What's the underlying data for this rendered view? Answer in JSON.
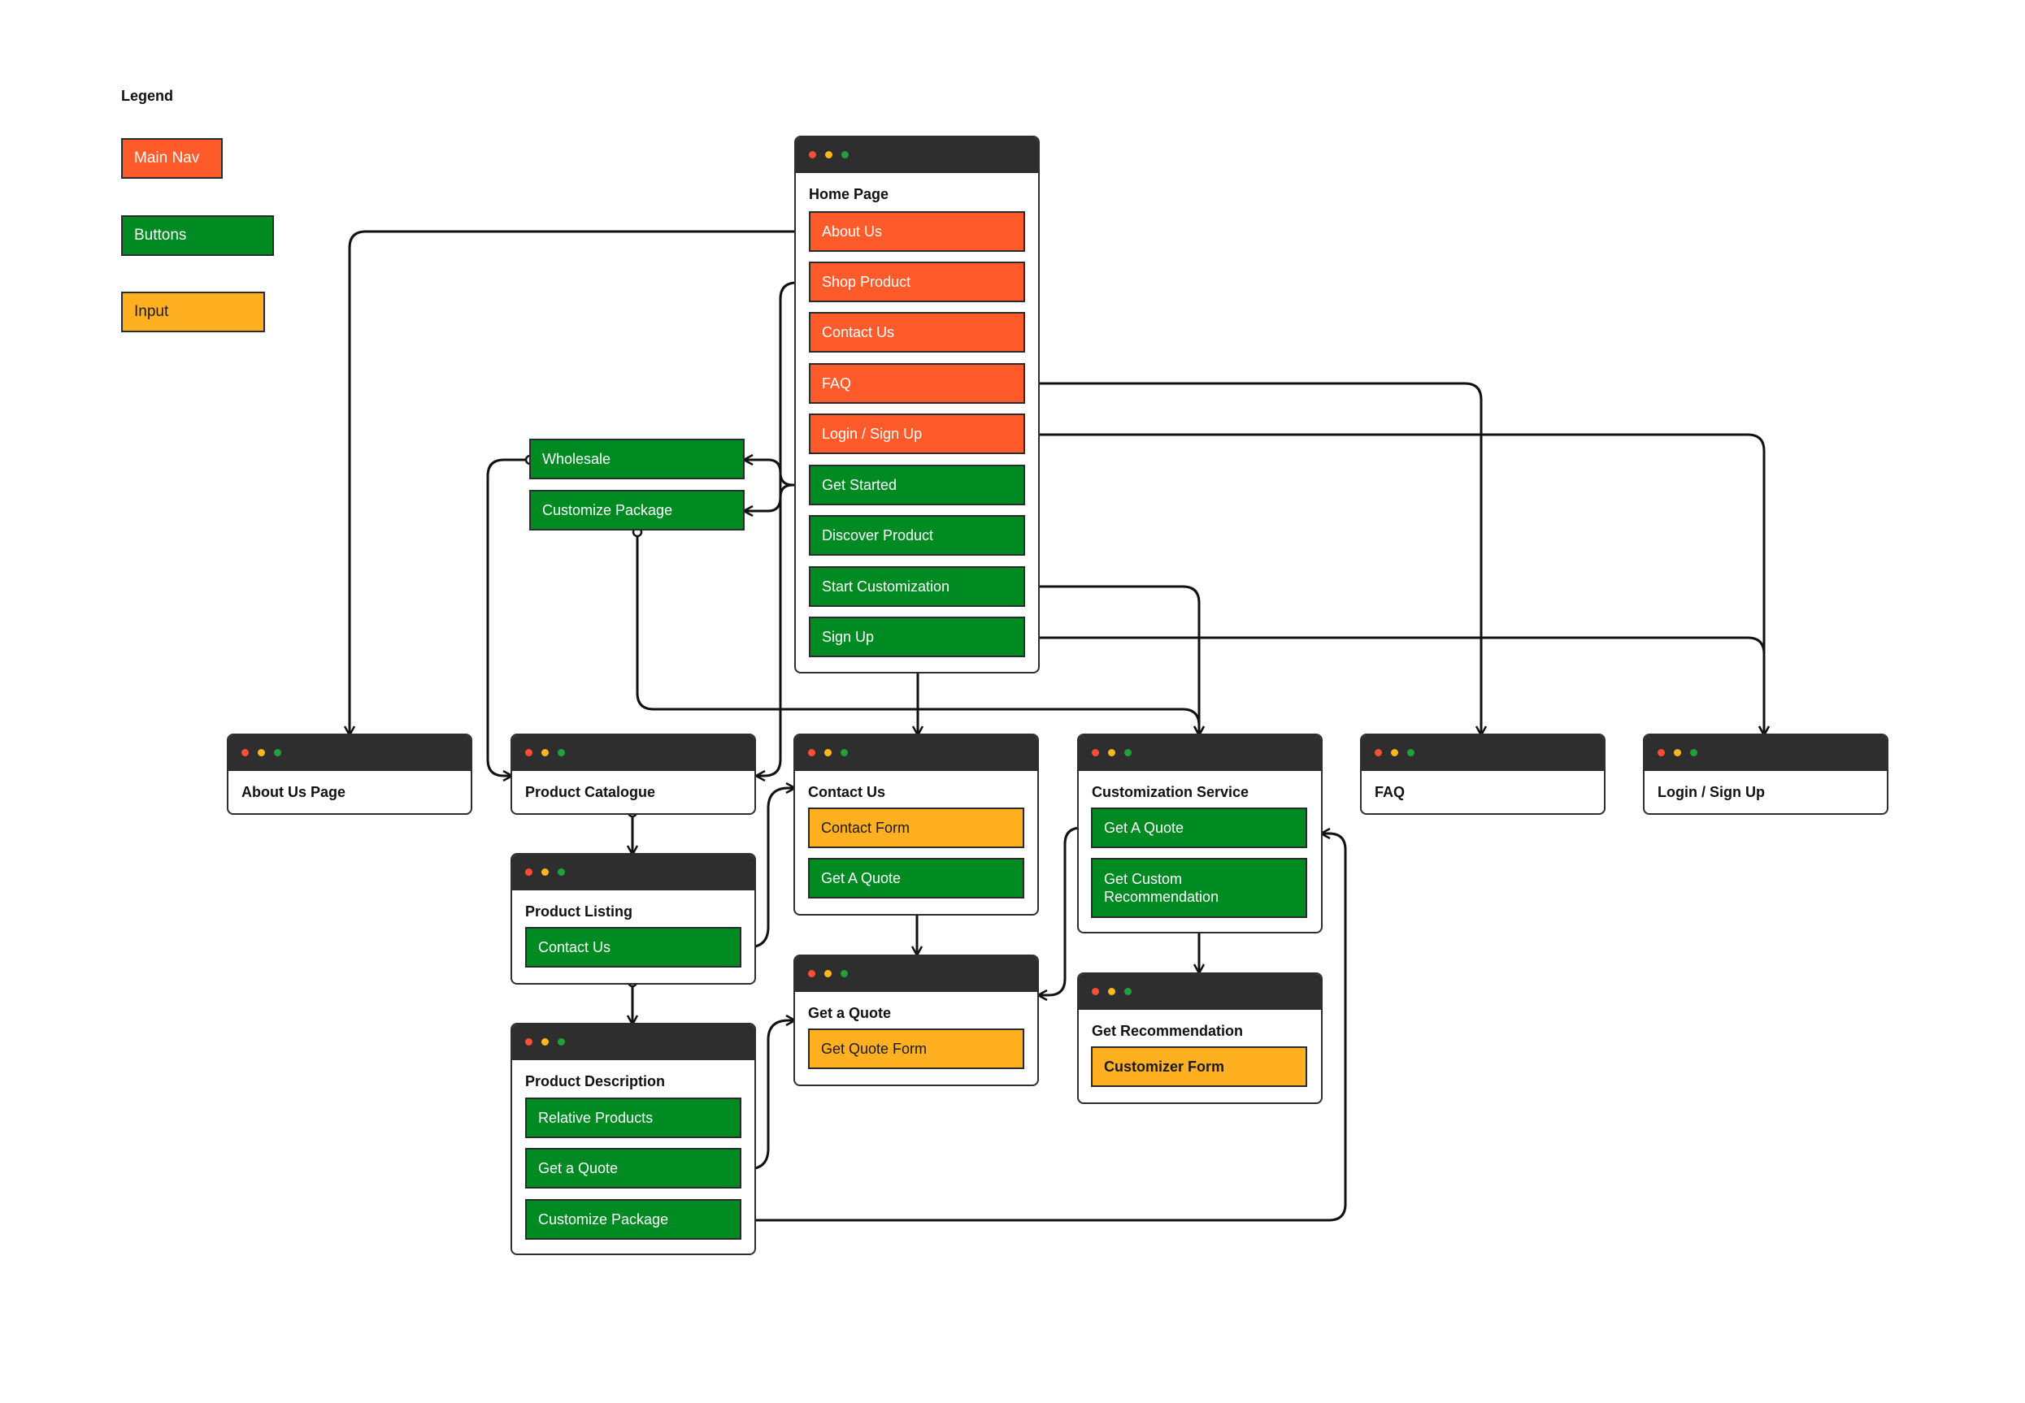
{
  "legend": {
    "title": "Legend",
    "main_nav": "Main Nav",
    "buttons": "Buttons",
    "input": "Input"
  },
  "colors": {
    "main_nav": "#ff5a2a",
    "buttons": "#008a22",
    "input": "#ffb020",
    "window_bar": "#2e2e2e"
  },
  "home": {
    "title": "Home Page",
    "about_us": "About Us",
    "shop_product": "Shop Product",
    "contact_us": "Contact Us",
    "faq": "FAQ",
    "login_signup": "Login / Sign Up",
    "get_started": "Get Started",
    "discover_product": "Discover Product",
    "start_customization": "Start Customization",
    "sign_up": "Sign Up"
  },
  "get_started_menu": {
    "wholesale": "Wholesale",
    "customize_package": "Customize Package"
  },
  "about_us_page": {
    "title": "About Us Page"
  },
  "product_catalogue": {
    "title": "Product Catalogue"
  },
  "product_listing": {
    "title": "Product Listing",
    "contact_us": "Contact Us"
  },
  "product_description": {
    "title": "Product Description",
    "relative_products": "Relative Products",
    "get_a_quote": "Get a Quote",
    "customize_package": "Customize Package"
  },
  "contact_us_page": {
    "title": "Contact Us",
    "contact_form": "Contact Form",
    "get_a_quote": "Get A Quote"
  },
  "get_a_quote_page": {
    "title": "Get a Quote",
    "form": "Get Quote Form"
  },
  "customization_service": {
    "title": "Customization Service",
    "get_a_quote": "Get A Quote",
    "get_custom_recommendation": "Get Custom Recommendation"
  },
  "get_recommendation": {
    "title": "Get Recommendation",
    "form": "Customizer Form"
  },
  "faq_page": {
    "title": "FAQ"
  },
  "login_page": {
    "title": "Login / Sign Up"
  }
}
